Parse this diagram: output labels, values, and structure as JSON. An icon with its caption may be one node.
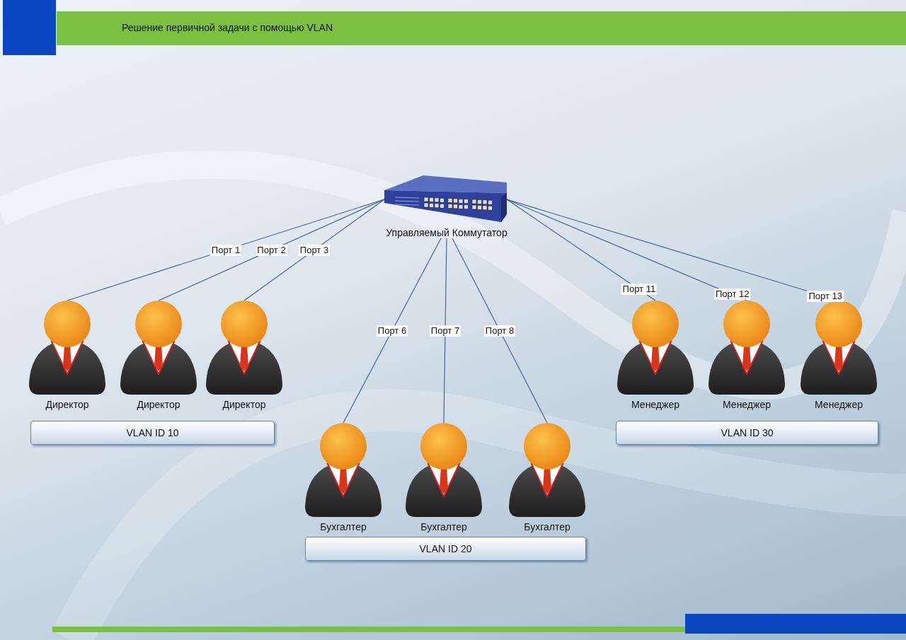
{
  "diagram": {
    "title": "Решение первичной задачи с помощью VLAN",
    "nodes": [
      {
        "text": [
          "Управляемый Коммутатор"
        ]
      },
      {
        "text": [],
        "shape": "person",
        "beside": [
          "Директор"
        ]
      },
      {
        "text": [],
        "shape": "person",
        "beside": [
          "Директор"
        ]
      },
      {
        "text": [],
        "shape": "person",
        "beside": [
          "Директор"
        ]
      },
      {
        "text": [
          "VLAN ID 10"
        ]
      },
      {
        "text": [],
        "shape": "person",
        "beside": [
          "Бухгалтер"
        ]
      },
      {
        "text": [],
        "shape": "person",
        "beside": [
          "Бухгалтер"
        ]
      },
      {
        "text": [],
        "shape": "person",
        "beside": [
          "Бухгалтер"
        ]
      },
      {
        "text": [
          "VLAN ID 20"
        ]
      },
      {
        "text": [],
        "shape": "person",
        "beside": [
          "Менеджер"
        ]
      },
      {
        "text": [],
        "shape": "person",
        "beside": [
          "Менеджер"
        ]
      },
      {
        "text": [],
        "shape": "person",
        "beside": [
          "Менеджер"
        ]
      },
      {
        "text": [
          "VLAN ID 30"
        ]
      }
    ],
    "edges": [
      {
        "from": 0,
        "to": 1,
        "arrow": "none",
        "label": "Порт 1"
      },
      {
        "from": 0,
        "to": 2,
        "arrow": "none",
        "label": "Порт 2"
      },
      {
        "from": 0,
        "to": 3,
        "arrow": "none",
        "label": "Порт 3"
      },
      {
        "from": 0,
        "to": 5,
        "arrow": "none",
        "label": "Порт 6"
      },
      {
        "from": 0,
        "to": 6,
        "arrow": "none",
        "label": "Порт 7"
      },
      {
        "from": 0,
        "to": 7,
        "arrow": "none",
        "label": "Порт 8"
      },
      {
        "from": 0,
        "to": 9,
        "arrow": "none",
        "label": "Порт 11"
      },
      {
        "from": 0,
        "to": 10,
        "arrow": "none",
        "label": "Порт 12"
      },
      {
        "from": 0,
        "to": 11,
        "arrow": "none",
        "label": "Порт 13"
      }
    ]
  }
}
